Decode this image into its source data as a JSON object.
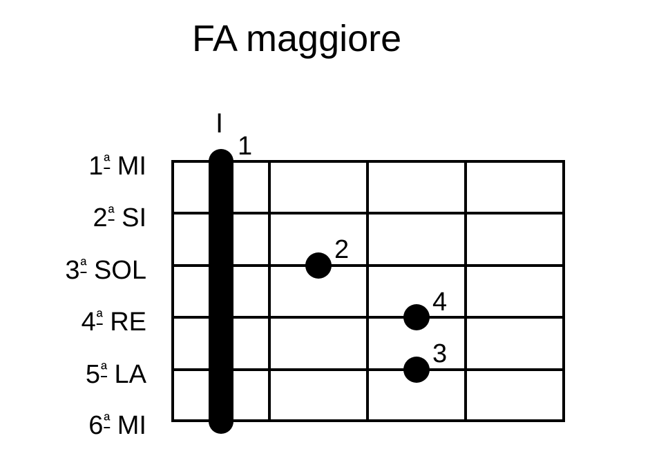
{
  "title": "FA maggiore",
  "fret_position": "I",
  "strings": [
    {
      "number": "1",
      "ordinal": "ª",
      "name": "MI"
    },
    {
      "number": "2",
      "ordinal": "ª",
      "name": "SI"
    },
    {
      "number": "3",
      "ordinal": "ª",
      "name": "SOL"
    },
    {
      "number": "4",
      "ordinal": "ª",
      "name": "RE"
    },
    {
      "number": "5",
      "ordinal": "ª",
      "name": "LA"
    },
    {
      "number": "6",
      "ordinal": "ª",
      "name": "MI"
    }
  ],
  "frets_shown": 4,
  "barre": {
    "fret": 1,
    "finger": "1",
    "from_string": 1,
    "to_string": 6
  },
  "notes": [
    {
      "string": 3,
      "fret": 2,
      "finger": "2"
    },
    {
      "string": 4,
      "fret": 3,
      "finger": "4"
    },
    {
      "string": 5,
      "fret": 3,
      "finger": "3"
    }
  ],
  "colors": {
    "ink": "#000000",
    "background": "#ffffff"
  }
}
